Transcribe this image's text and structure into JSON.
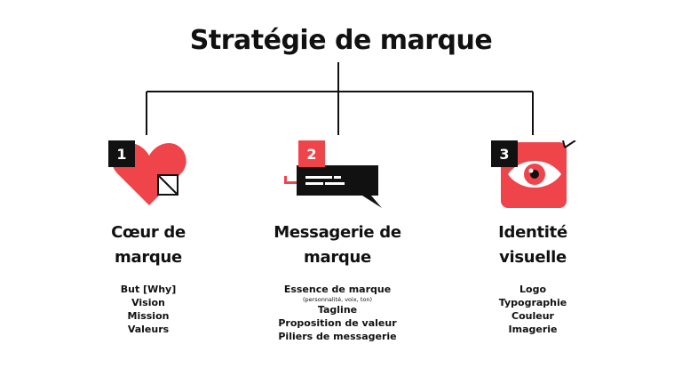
{
  "title": "Stratégie de marque",
  "pillars": [
    {
      "number": "1",
      "heading_line1": "Cœur de",
      "heading_line2": "marque",
      "icon": "heart-icon",
      "items": [
        "But [Why]",
        "Vision",
        "Mission",
        "Valeurs"
      ]
    },
    {
      "number": "2",
      "heading_line1": "Messagerie de",
      "heading_line2": "marque",
      "icon": "chat-bubble-icon",
      "items": [
        "Essence de marque",
        "(personnalité, voix, ton)",
        "Tagline",
        "Proposition de valeur",
        "Piliers de messagerie"
      ]
    },
    {
      "number": "3",
      "heading_line1": "Identité",
      "heading_line2": "visuelle",
      "icon": "eye-icon",
      "items": [
        "Logo",
        "Typographie",
        "Couleur",
        "Imagerie"
      ]
    }
  ],
  "colors": {
    "accent": "#f0444b",
    "dark": "#111111",
    "background": "#ffffff"
  }
}
